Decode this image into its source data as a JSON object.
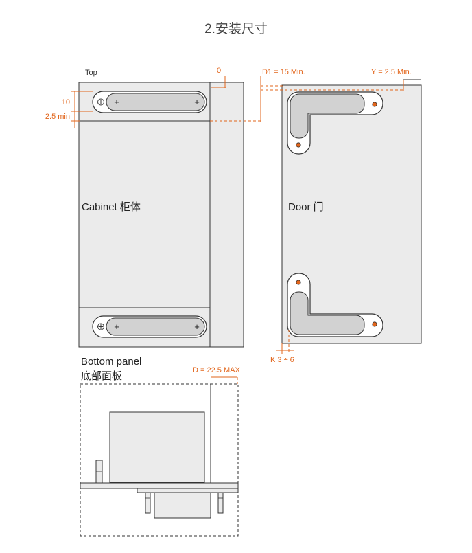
{
  "title": "2.安装尺寸",
  "labels": {
    "top": "Top",
    "cabinet": "Cabinet 柜体",
    "door": "Door 门",
    "bottom_panel_en": "Bottom panel",
    "bottom_panel_cn": "底部面板"
  },
  "dimensions": {
    "zero": "0",
    "d1": "D1 = 15 Min.",
    "y": "Y = 2.5 Min.",
    "ten": "10",
    "two_five_min": "2.5 min",
    "k": "K 3 ÷ 6",
    "d": "D = 22.5 MAX"
  },
  "colors": {
    "dimension": "#e2651b",
    "panel_fill": "#ebebeb",
    "slot_fill": "#d2d2d2",
    "outline": "#333333"
  }
}
